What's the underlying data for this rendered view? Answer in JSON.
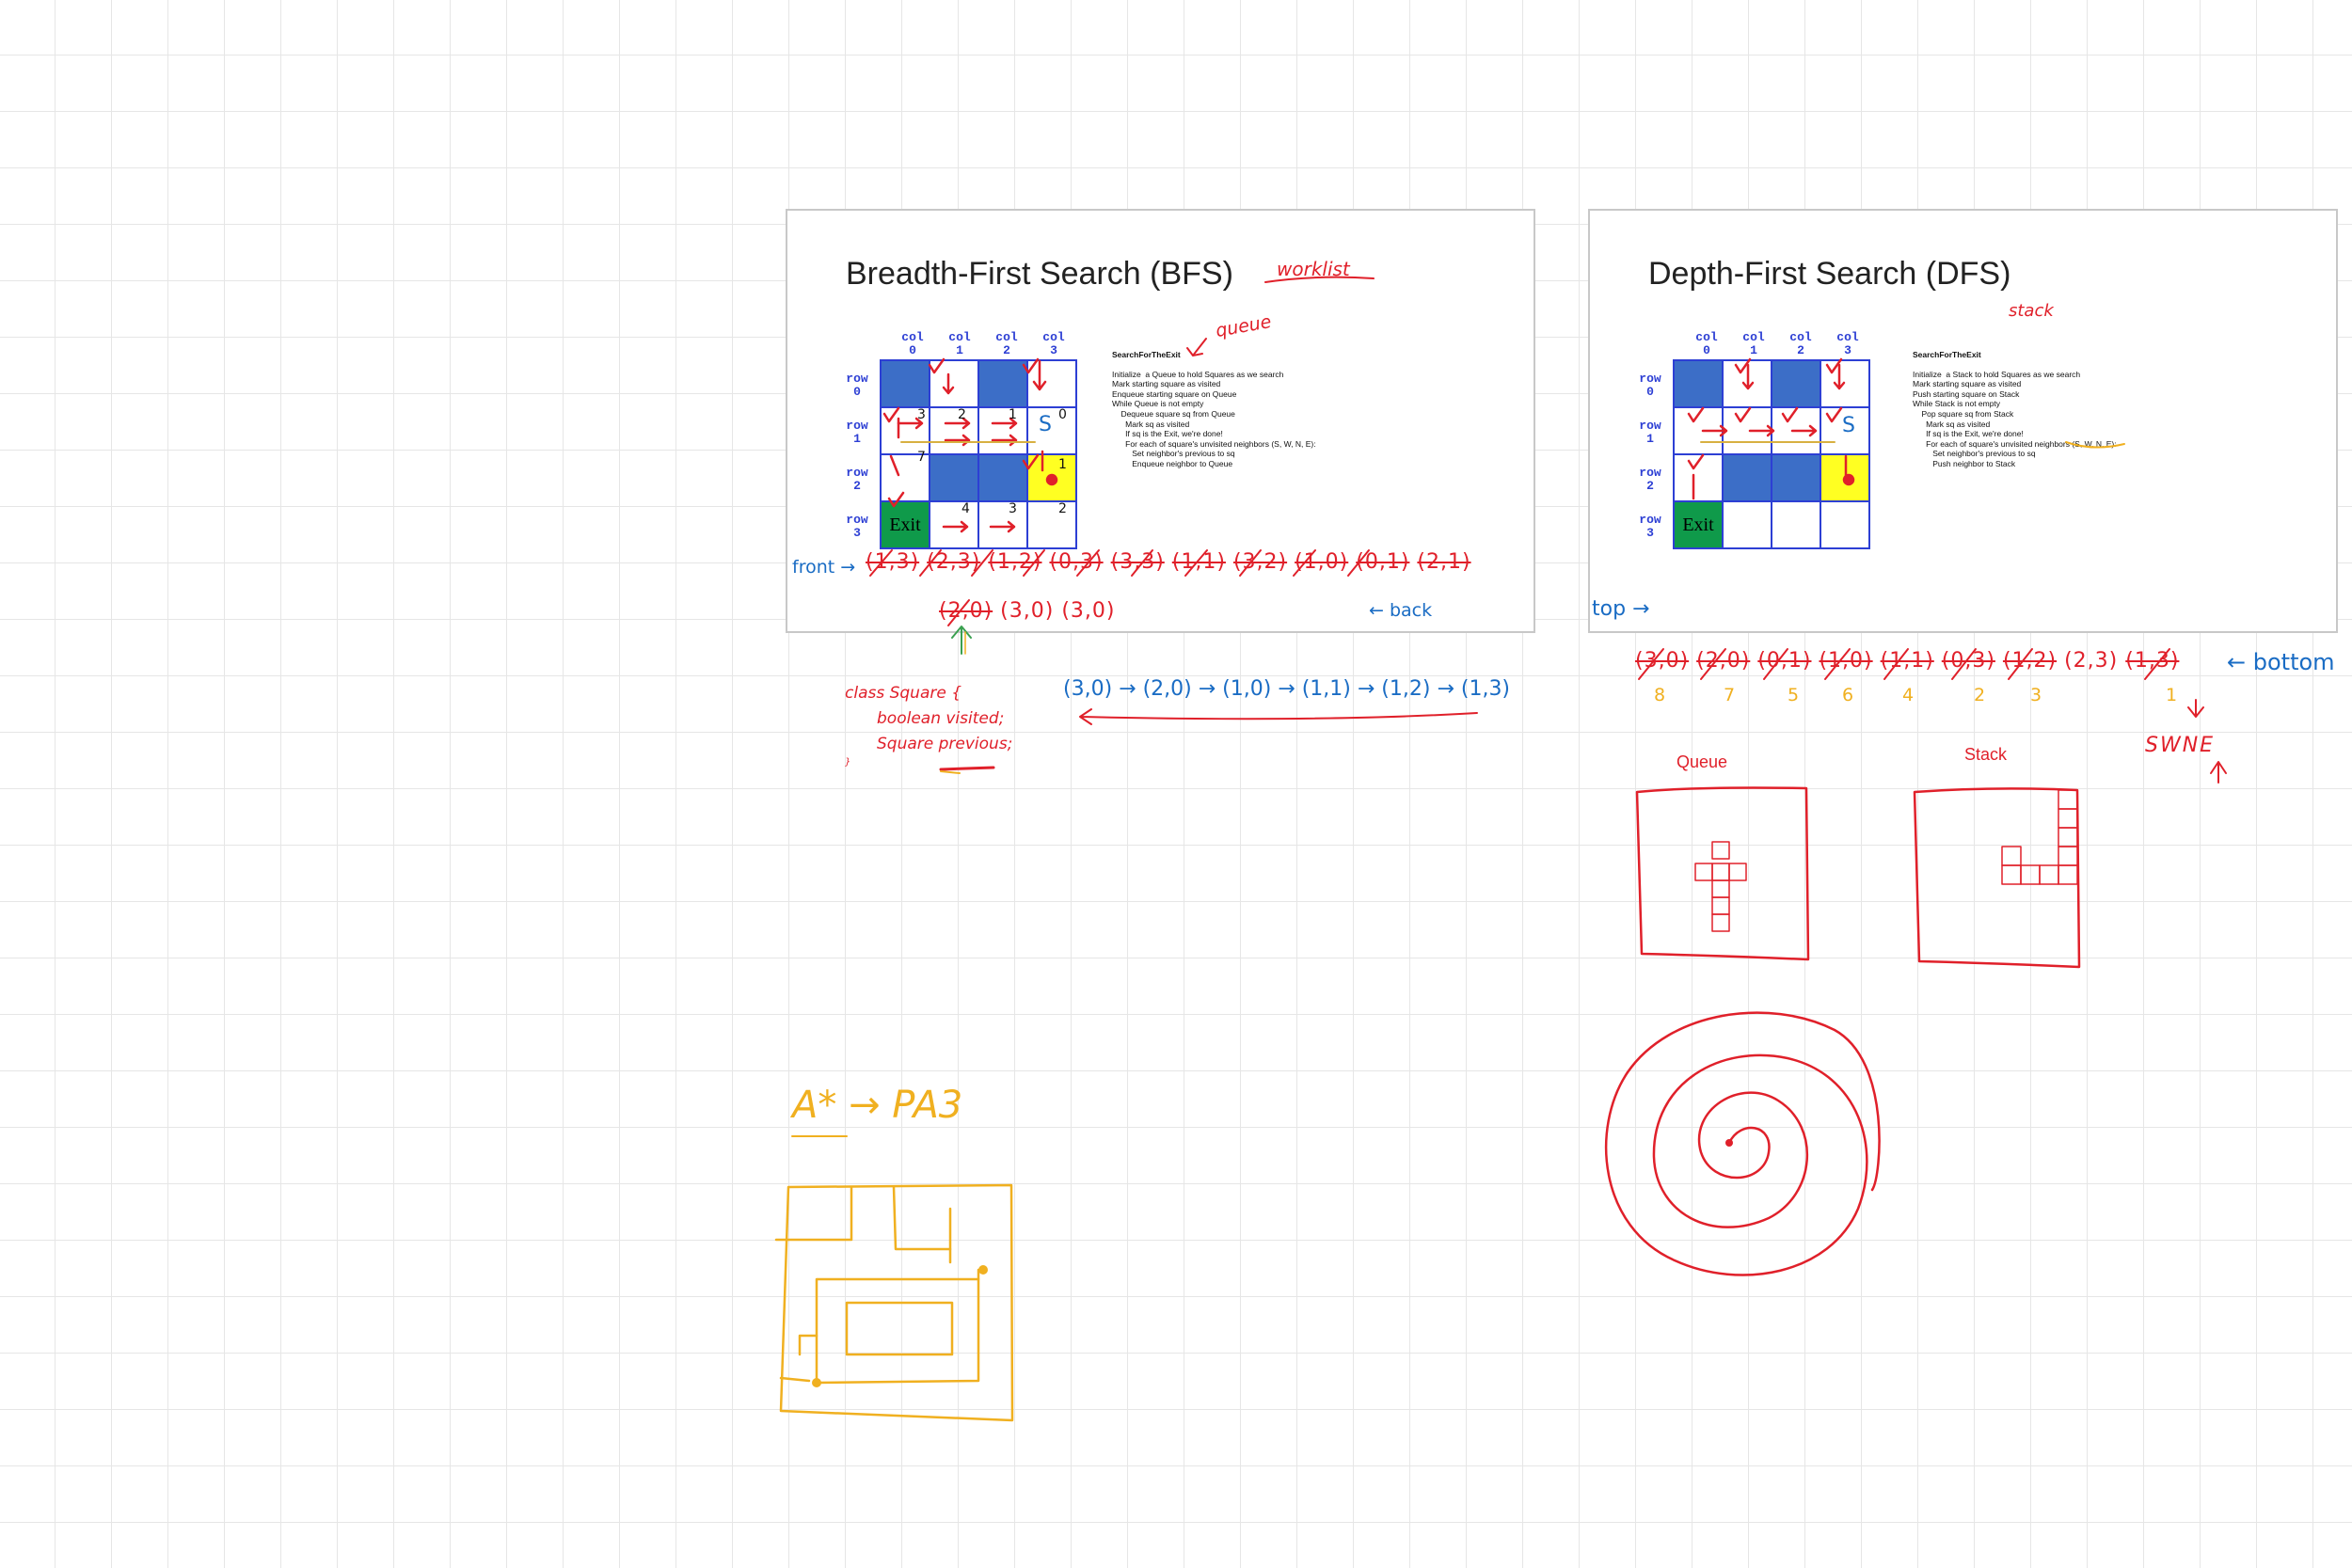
{
  "bfs": {
    "title": "Breadth-First Search (BFS)",
    "annotation_title": "worklist",
    "annotation_ds": "queue",
    "col_headers": [
      "col\n0",
      "col\n1",
      "col\n2",
      "col\n3"
    ],
    "row_headers": [
      "row\n0",
      "row\n1",
      "row\n2",
      "row\n3"
    ],
    "algorithm_title": "SearchForTheExit",
    "algorithm": "Initialize  a Queue to hold Squares as we search\nMark starting square as visited\nEnqueue starting square on Queue\nWhile Queue is not empty\n    Dequeue square sq from Queue\n      Mark sq as visited\n      If sq is the Exit, we're done!\n      For each of square's unvisited neighbors (S, W, N, E):\n         Set neighbor's previous to sq\n         Enqueue neighbor to Queue",
    "start_label": "S",
    "exit_label": "Exit",
    "front_label": "front →",
    "back_label": "← back",
    "queue_row1": [
      "(1,3)",
      "(2,3)",
      "(1,2)",
      "(0,3)",
      "(3,3)",
      "(1,1)",
      "(3,2)",
      "(1,0)",
      "(0,1)",
      "(2,1)"
    ],
    "queue_row2": [
      "(2,0)",
      "(3,0)",
      "(3,0)"
    ],
    "path": "(3,0) → (2,0) → (1,0) → (1,1) → (1,2) → (1,3)",
    "class_note": [
      "class Square {",
      "  boolean visited;",
      "  Square previous;",
      "}"
    ]
  },
  "dfs": {
    "title": "Depth-First Search (DFS)",
    "annotation_ds": "stack",
    "col_headers": [
      "col\n0",
      "col\n1",
      "col\n2",
      "col\n3"
    ],
    "row_headers": [
      "row\n0",
      "row\n1",
      "row\n2",
      "row\n3"
    ],
    "algorithm_title": "SearchForTheExit",
    "algorithm": "Initialize  a Stack to hold Squares as we search\nMark starting square as visited\nPush starting square on Stack\nWhile Stack is not empty\n    Pop square sq from Stack\n      Mark sq as visited\n      If sq is the Exit, we're done!\n      For each of square's unvisited neighbors (S, W, N, E):\n         Set neighbor's previous to sq\n         Push neighbor to Stack",
    "start_label": "S",
    "exit_label": "Exit",
    "top_label": "top →",
    "bottom_label": "← bottom",
    "stack_row": [
      "(3,0)",
      "(2,0)",
      "(0,1)",
      "(1,0)",
      "(1,1)",
      "(0,3)",
      "(1,2)",
      "(2,3)",
      "(1,3)"
    ],
    "order_numbers": [
      "8",
      "7",
      "5",
      "6",
      "4",
      "2",
      "3",
      "",
      "1"
    ],
    "swne": "SWNE"
  },
  "queue_box_label": "Queue",
  "stack_box_label": "Stack",
  "astar_label": "A* → PA3",
  "colors": {
    "red_ink": "#e0202a",
    "blue_ink": "#1a6cc4",
    "orange_ink": "#f0b020",
    "wall": "#3c6ec7",
    "start": "#ffff22",
    "exit": "#0f9a4a"
  }
}
